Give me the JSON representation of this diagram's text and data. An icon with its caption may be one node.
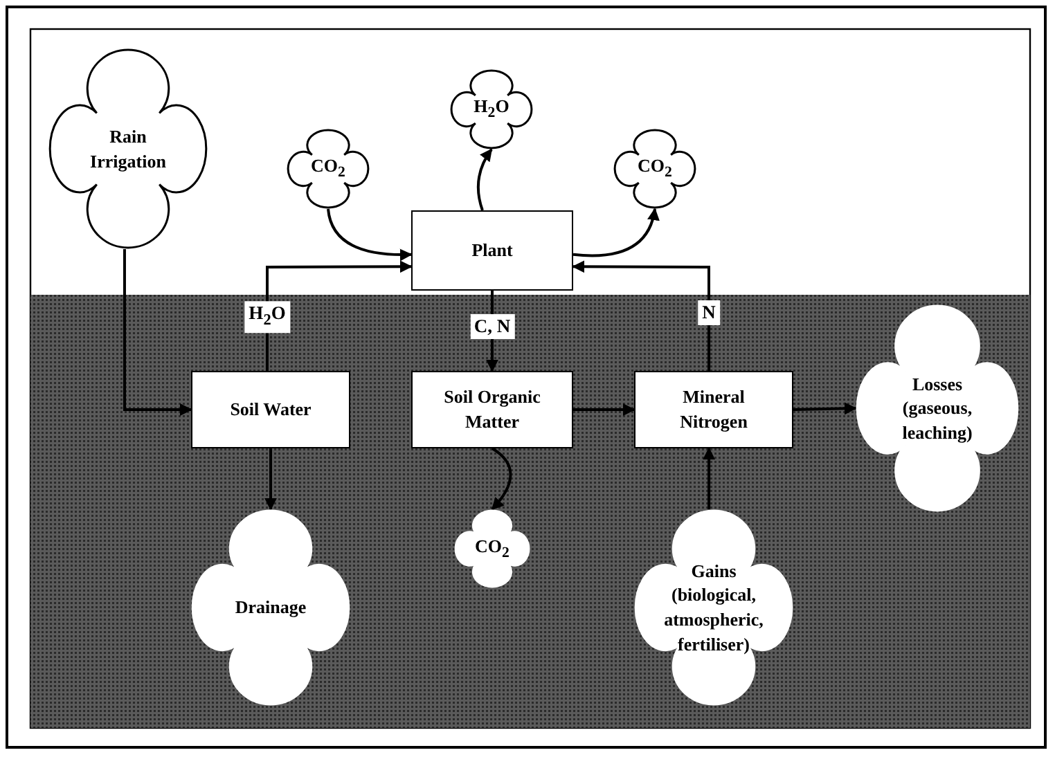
{
  "diagram": {
    "nodes": [
      {
        "text": [
          "Rain Irrigation"
        ]
      },
      {
        "text": [
          "H$_{2}$O"
        ]
      },
      {
        "text": [
          "CO$_{2}$"
        ]
      },
      {
        "text": [
          "CO$_{2}$"
        ]
      },
      {
        "text": [
          "Plant"
        ]
      },
      {
        "text": [
          "Soil Water"
        ]
      },
      {
        "text": [
          "Soil Organic Matter"
        ]
      },
      {
        "text": [
          "Mineral Nitrogen"
        ]
      },
      {
        "text": [
          "Losses (gaseous, leaching)"
        ]
      },
      {
        "text": [
          "Drainage"
        ]
      },
      {
        "text": [
          "CO$_{2}$"
        ]
      },
      {
        "text": [
          "Gains (biological, atmospheric, fertiliser)"
        ]
      }
    ],
    "edges": [
      {
        "from": 0,
        "to": 5,
        "arrow": "to"
      },
      {
        "from": 5,
        "to": 4,
        "arrow": "to",
        "label": "H$_{2}$O"
      },
      {
        "from": 2,
        "to": 4,
        "arrow": "to"
      },
      {
        "from": 4,
        "to": 1,
        "arrow": "to"
      },
      {
        "from": 4,
        "to": 3,
        "arrow": "to"
      },
      {
        "from": 4,
        "to": 6,
        "arrow": "to",
        "label": "C, N"
      },
      {
        "from": 7,
        "to": 4,
        "arrow": "to",
        "label": "N"
      },
      {
        "from": 6,
        "to": 7,
        "arrow": "to"
      },
      {
        "from": 7,
        "to": 8,
        "arrow": "to"
      },
      {
        "from": 5,
        "to": 9,
        "arrow": "to"
      },
      {
        "from": 6,
        "to": 10,
        "arrow": "to"
      },
      {
        "from": 11,
        "to": 7,
        "arrow": "to"
      }
    ]
  }
}
